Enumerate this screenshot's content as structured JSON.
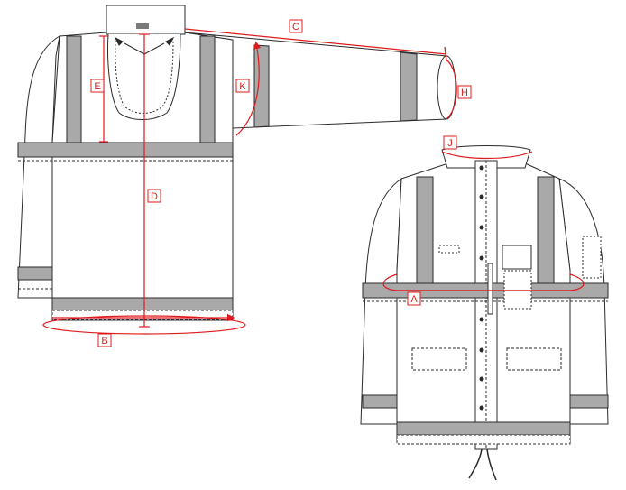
{
  "figure": {
    "colors": {
      "outline": "#2b2b2b",
      "reflective_tape": "#a9a9a9",
      "measure_line": "#e01b1b",
      "label_border": "#e01b1b",
      "fill": "#ffffff"
    },
    "measurement_labels": {
      "A": "A",
      "B": "B",
      "C": "C",
      "D": "D",
      "E": "E",
      "H": "H",
      "J": "J",
      "K": "K"
    },
    "views": {
      "back": "back-view",
      "front": "front-view"
    }
  }
}
